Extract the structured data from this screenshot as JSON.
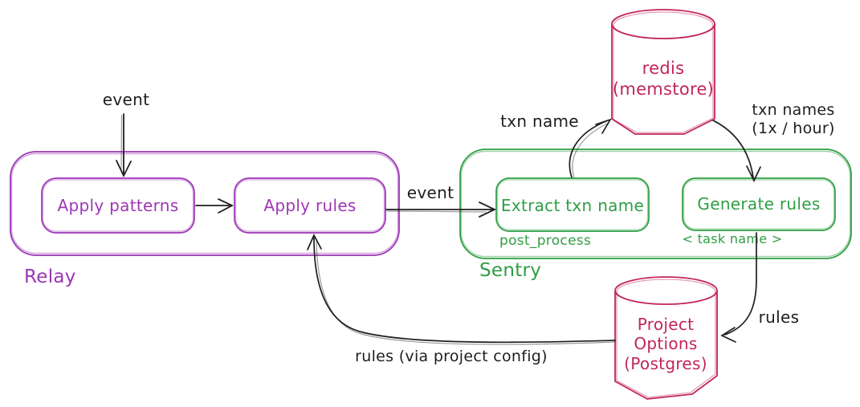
{
  "colors": {
    "purple": "#9c36b5",
    "green": "#2f9e44",
    "crimson": "#c2255c",
    "ink": "#1e1e1e",
    "background": "#ffffff"
  },
  "groups": {
    "relay": {
      "label": "Relay"
    },
    "sentry": {
      "label": "Sentry"
    }
  },
  "nodes": {
    "apply_patterns": {
      "label": "Apply patterns"
    },
    "apply_rules": {
      "label": "Apply rules"
    },
    "extract_txn_name": {
      "label": "Extract txn name",
      "sublabel": "post_process"
    },
    "generate_rules": {
      "label": "Generate rules",
      "sublabel": "< task name >"
    }
  },
  "datastores": {
    "redis": {
      "lines": [
        "redis",
        "(memstore)"
      ]
    },
    "project_options": {
      "lines": [
        "Project",
        "Options",
        "(Postgres)"
      ]
    }
  },
  "edges": {
    "event_to_apply_patterns": {
      "label": "event"
    },
    "apply_patterns_to_apply_rules": {
      "label": ""
    },
    "apply_rules_to_extract": {
      "label": "event"
    },
    "extract_to_redis": {
      "label": "txn name"
    },
    "redis_to_generate": {
      "label_lines": [
        "txn names",
        "(1x / hour)"
      ]
    },
    "generate_to_project_options": {
      "label": "rules"
    },
    "project_options_to_apply_rules": {
      "label": "rules (via project config)"
    }
  }
}
